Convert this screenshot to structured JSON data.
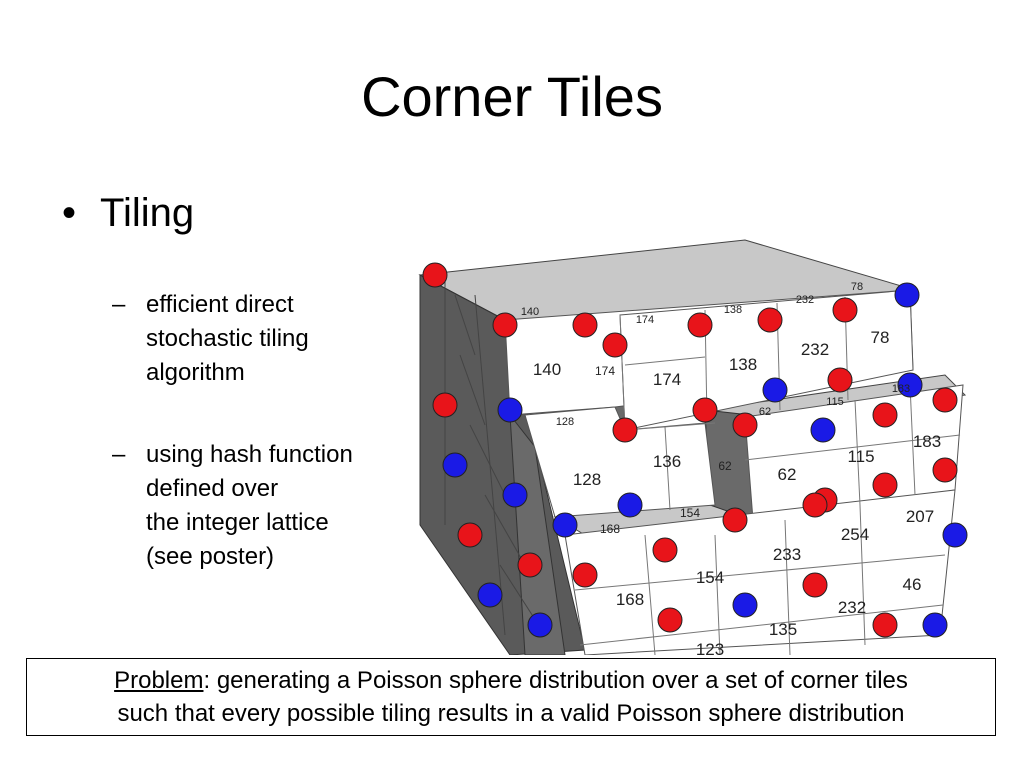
{
  "slide": {
    "title": "Corner Tiles",
    "bullet": {
      "marker": "•",
      "text": "Tiling"
    },
    "subs": [
      {
        "marker": "–",
        "lines": [
          "efficient direct",
          "stochastic tiling",
          "algorithm"
        ]
      },
      {
        "marker": "–",
        "lines": [
          "using hash function",
          "defined over",
          "the integer lattice",
          "(see poster)"
        ]
      }
    ],
    "callout": {
      "label": "Problem",
      "line1": ": generating a Poisson sphere distribution over a set of corner tiles",
      "line2": "such that every possible tiling results in a valid Poisson sphere distribution"
    }
  },
  "figure": {
    "colors": {
      "red": "#e8141a",
      "blue": "#1a1ae6",
      "face": "#ffffff",
      "top": "#c8c8c8",
      "side": "#5a5a5a"
    },
    "front_labels": {
      "upper_row": [
        "140",
        "174",
        "138",
        "232",
        "78"
      ],
      "middle_row": [
        "128",
        "136",
        "62",
        "115",
        "183"
      ],
      "lower_row": [
        "168",
        "154",
        "233",
        "254",
        "207"
      ],
      "bottom_row": [
        "123",
        "135",
        "232",
        "46"
      ]
    },
    "top_labels": [
      "140",
      "174",
      "138",
      "232",
      "78",
      "128",
      "62",
      "115",
      "183",
      "168",
      "154"
    ],
    "side_labels": [
      "174",
      "62"
    ]
  }
}
